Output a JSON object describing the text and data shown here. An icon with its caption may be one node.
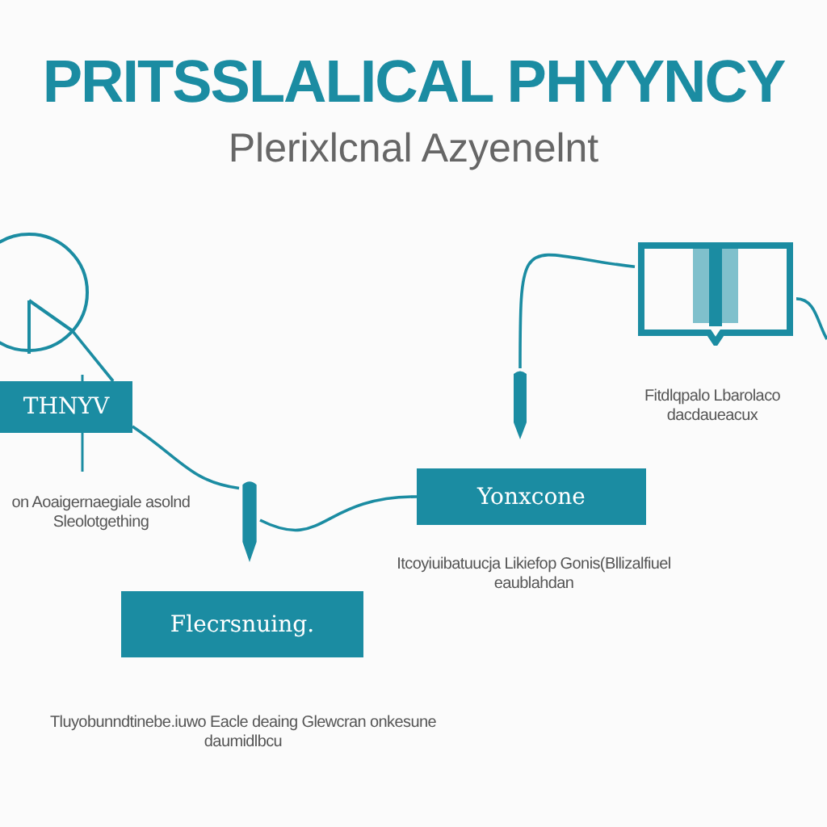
{
  "diagram": {
    "title": "PRITSSLALICAL PHYYNCY",
    "nodes": [
      {
        "text": [
          "THNYV"
        ],
        "beside": [
          "on Aoaigernaegiale asolnd Sleolotgething"
        ]
      },
      {
        "text": [
          "Yonxcone"
        ],
        "beside": [
          "Itcoyiuibatuucja Likiefop Gonis(Bllizalfiuel eaublahdan"
        ]
      },
      {
        "text": [
          "Flecrsnuing."
        ],
        "beside": [
          "Tluyobunndtinebe.iuwo Eacle deaing Glewcran onkesune daumidlbcu"
        ]
      },
      {
        "text": [],
        "shape": "circle"
      },
      {
        "text": [],
        "shape": "picture",
        "beside": [
          "Fitdlqpalo Lbarolaco dacdaueacux"
        ]
      },
      {
        "text": [],
        "shape": "pin"
      },
      {
        "text": [],
        "shape": "pin"
      }
    ],
    "edges": [
      {
        "from": 3,
        "to": 0,
        "arrow": "none"
      },
      {
        "from": 0,
        "to": 5,
        "arrow": "none"
      },
      {
        "from": 5,
        "to": 1,
        "arrow": "none"
      },
      {
        "from": 4,
        "to": 6,
        "arrow": "none"
      },
      {
        "from": 4,
        "to": null,
        "arrow": "none"
      }
    ],
    "labels": [
      "Plerixlcnal Azyenelnt"
    ]
  }
}
